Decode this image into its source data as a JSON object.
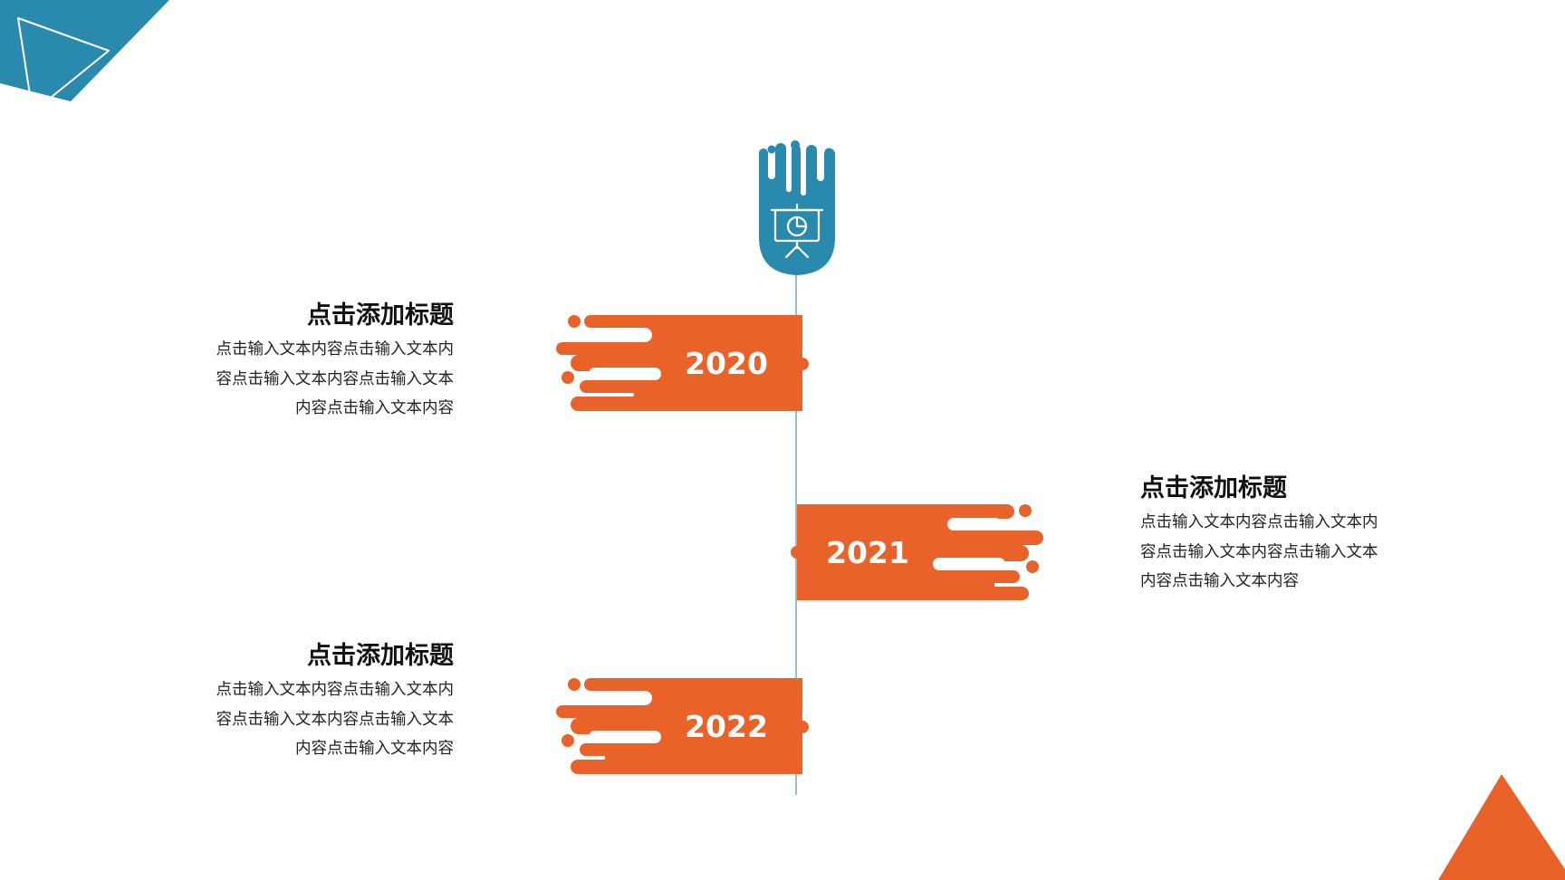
{
  "colors": {
    "accent_blue": "#2a8aad",
    "accent_orange": "#e8622a",
    "line": "#9bbccb",
    "title": "#111111",
    "text": "#222222"
  },
  "header_icon": "presentation-board-icon",
  "timeline": [
    {
      "year": "2020",
      "side": "left",
      "title": "点击添加标题",
      "lines": [
        "点击输入文本内容点击输入文本内",
        "容点击输入文本内容点击输入文本",
        "内容点击输入文本内容"
      ]
    },
    {
      "year": "2021",
      "side": "right",
      "title": "点击添加标题",
      "lines": [
        "点击输入文本内容点击输入文本内",
        "容点击输入文本内容点击输入文本",
        "内容点击输入文本内容"
      ]
    },
    {
      "year": "2022",
      "side": "left",
      "title": "点击添加标题",
      "lines": [
        "点击输入文本内容点击输入文本内",
        "容点击输入文本内容点击输入文本",
        "内容点击输入文本内容"
      ]
    }
  ]
}
